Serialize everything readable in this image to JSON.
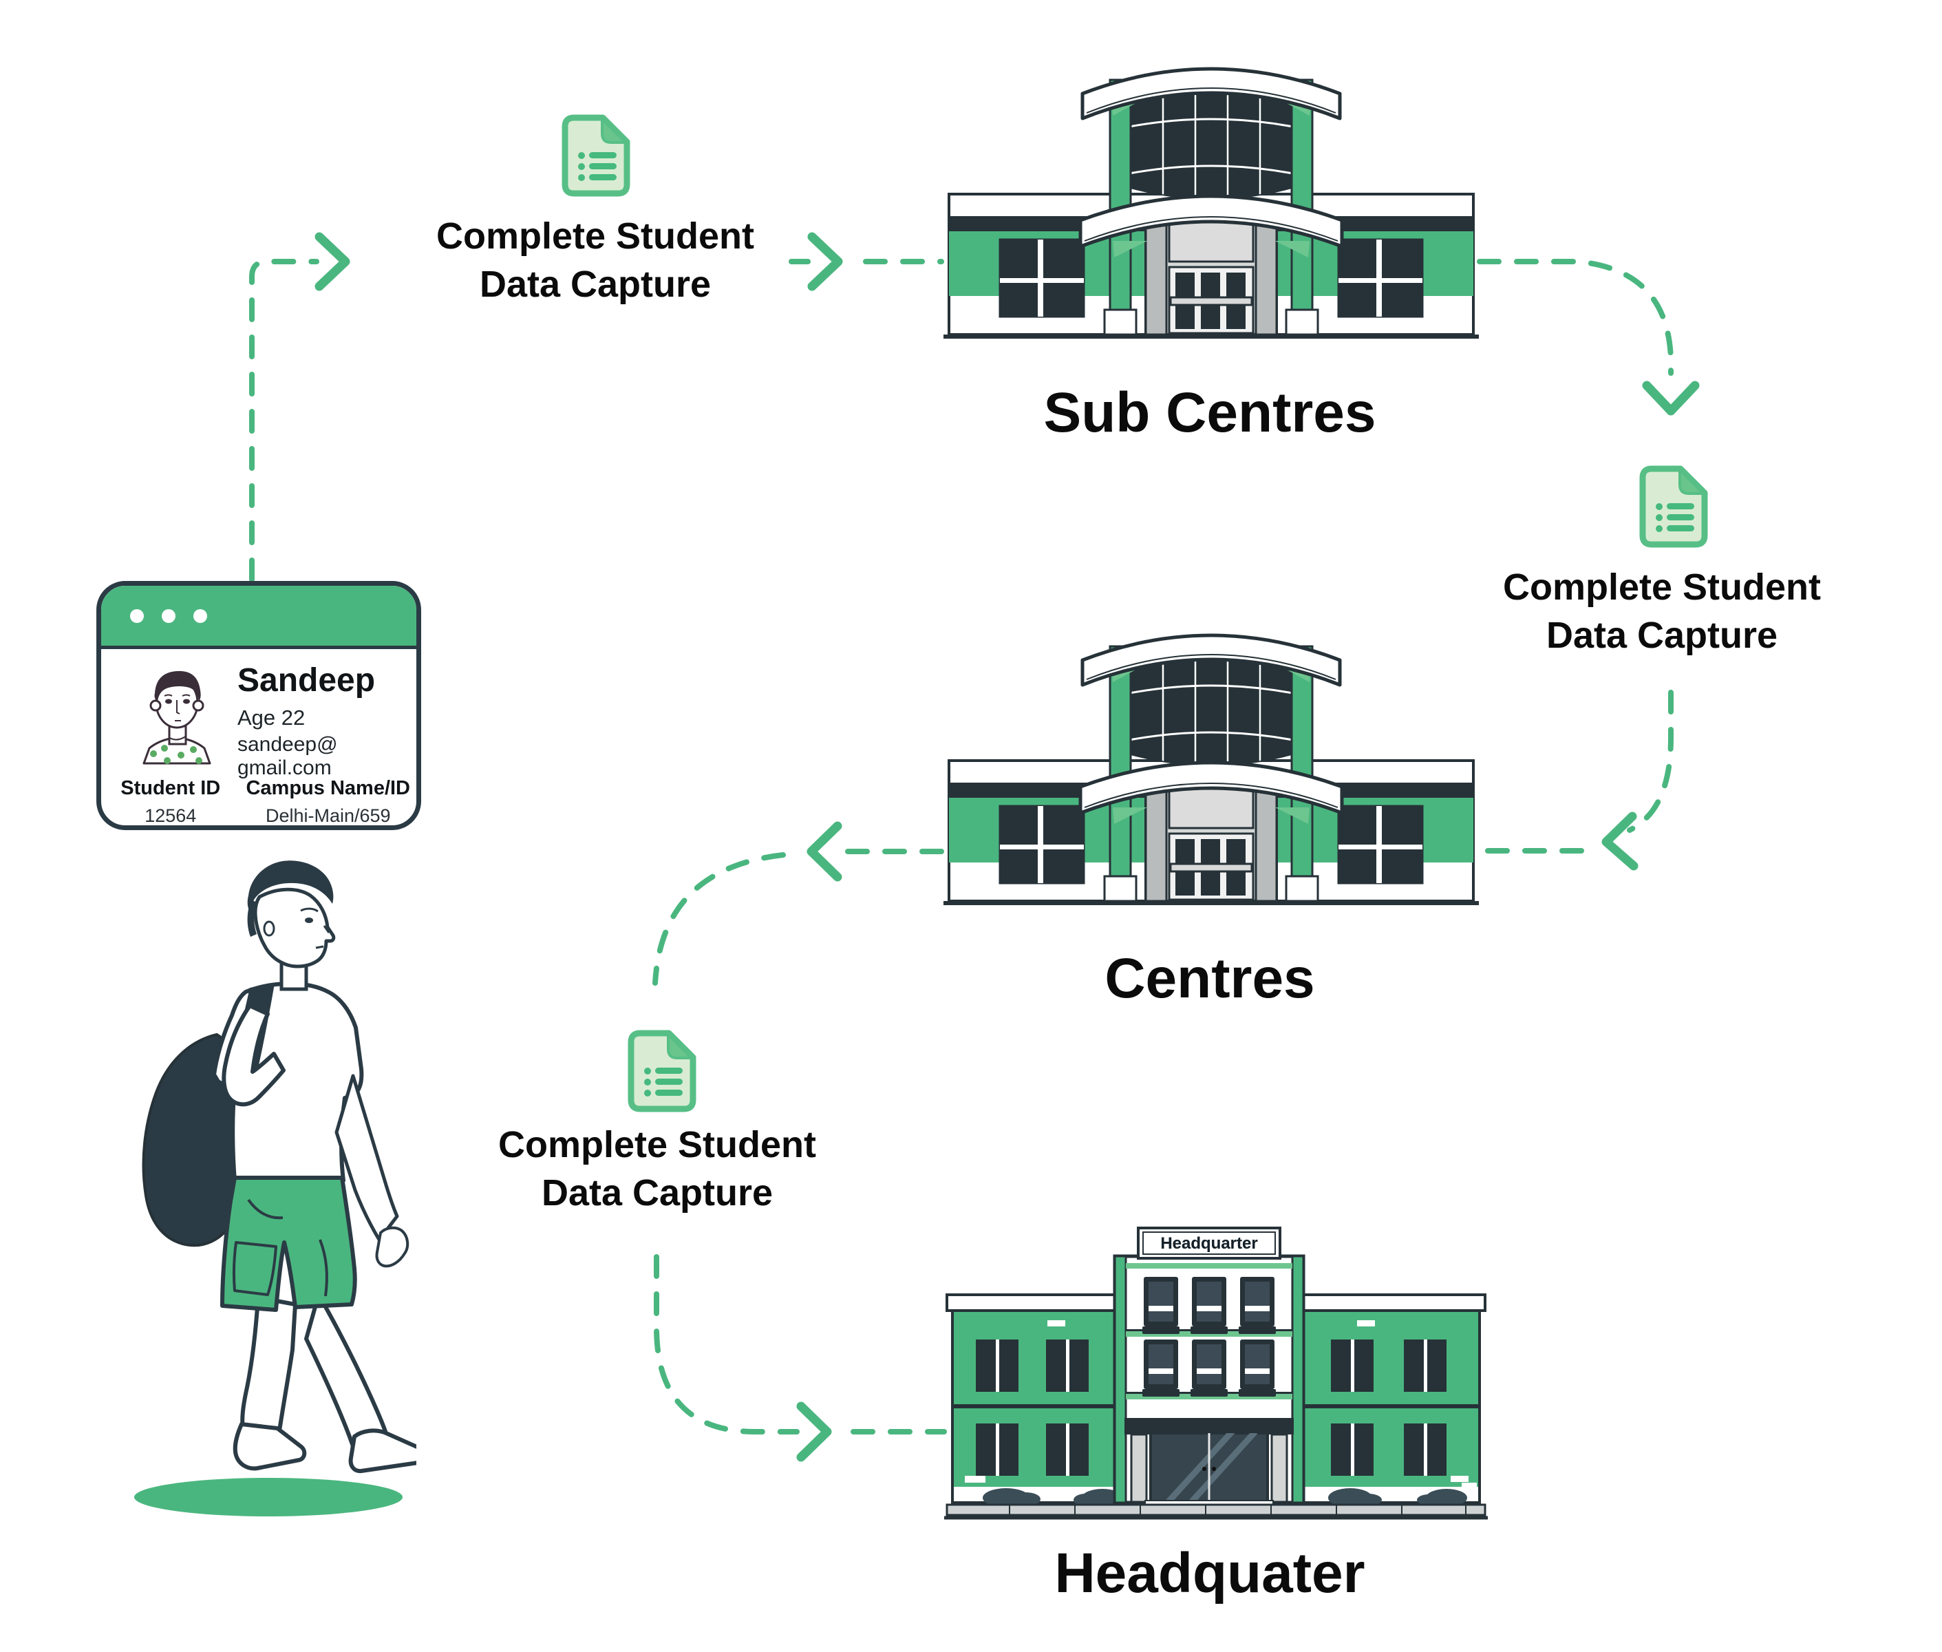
{
  "palette": {
    "green": "#4ab67f",
    "green_light": "#6dc68f",
    "dark": "#263238",
    "doc_fill": "#d9ecd3",
    "doc_border": "#57bf86",
    "gray_light": "#d6d8d8",
    "gray_mid": "#b9bcbc"
  },
  "icons": {
    "document": "form-document-icon",
    "window_controls": "window-dots",
    "arrow_style": "green-dashed-arrow"
  },
  "id_card": {
    "name": "Sandeep",
    "age": "Age 22",
    "email": "sandeep@ gmail.com",
    "student_id_label": "Student ID",
    "student_id_value": "12564",
    "campus_label": "Campus Name/ID",
    "campus_value": "Delhi-Main/659"
  },
  "captures": [
    {
      "line1": "Complete Student",
      "line2": "Data Capture"
    },
    {
      "line1": "Complete Student",
      "line2": "Data Capture"
    },
    {
      "line1": "Complete Student",
      "line2": "Data Capture"
    }
  ],
  "buildings": {
    "sub_centres": "Sub Centres",
    "centres": "Centres",
    "headquarter": "Headquater",
    "hq_sign": "Headquarter"
  }
}
